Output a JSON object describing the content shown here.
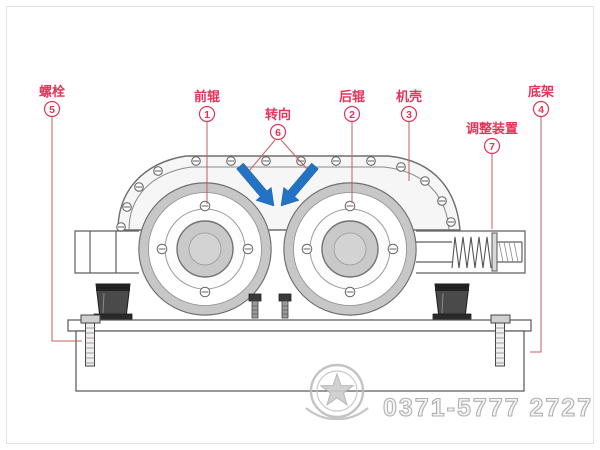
{
  "labels": [
    {
      "id": "bolt",
      "text": "螺栓",
      "num": "5"
    },
    {
      "id": "front-roller",
      "text": "前辊",
      "num": "1"
    },
    {
      "id": "rotation",
      "text": "转向",
      "num": "6"
    },
    {
      "id": "rear-roller",
      "text": "后辊",
      "num": "2"
    },
    {
      "id": "casing",
      "text": "机壳",
      "num": "3"
    },
    {
      "id": "adjuster",
      "text": "调整装置",
      "num": "7"
    },
    {
      "id": "base-frame",
      "text": "底架",
      "num": "4"
    }
  ],
  "watermark": {
    "phone": "0371-5777 2727"
  },
  "colors": {
    "label_red": "#e5335a",
    "leader_red": "#c06060",
    "arrow_blue": "#2273c4",
    "line_gray": "#5f5f5f",
    "roller_gray": "#c7c7c7",
    "block_dark": "#444444",
    "watermark_gray": "#a8a8a8"
  }
}
